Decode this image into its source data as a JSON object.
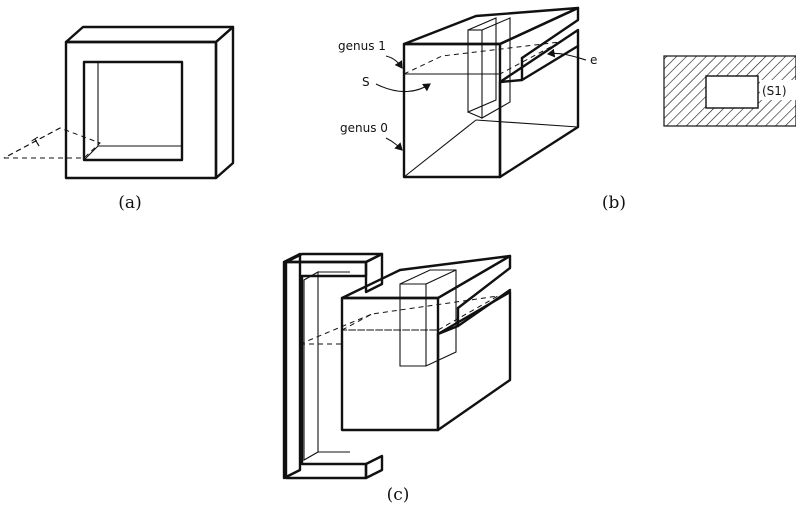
{
  "figure": {
    "captions": {
      "a": "(a)",
      "b": "(b)",
      "c": "(c)"
    },
    "labels": {
      "genus1": "genus 1",
      "genus0": "genus 0",
      "S": "S",
      "e": "e",
      "T": "T",
      "S1": "(S1)"
    },
    "colors": {
      "ink": "#111111",
      "paper": "#ffffff"
    }
  }
}
